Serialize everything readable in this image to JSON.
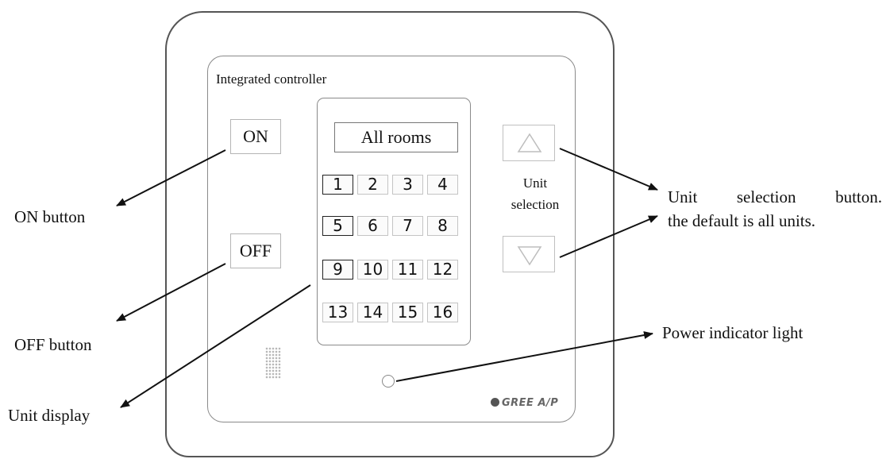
{
  "controller": {
    "title": "Integrated controller",
    "all_rooms": "All rooms",
    "on_button": "ON",
    "off_button": "OFF",
    "unit_selection_label_line1": "Unit",
    "unit_selection_label_line2": "selection",
    "unit_keys": [
      [
        "1",
        "2",
        "3",
        "4"
      ],
      [
        "5",
        "6",
        "7",
        "8"
      ],
      [
        "9",
        "10",
        "11",
        "12"
      ],
      [
        "13",
        "14",
        "15",
        "16"
      ]
    ],
    "brand": "GREE A/P"
  },
  "callouts": {
    "on_button": "ON button",
    "off_button": "OFF button",
    "unit_display": "Unit display",
    "unit_selection_line1": "Unit selection button.",
    "unit_selection_line2": "the default is all units.",
    "power_indicator": "Power indicator light"
  },
  "colors": {
    "outline": "#555555",
    "panel_outline": "#8a8a8a",
    "text": "#111111",
    "leader_arrow": "#111111"
  },
  "icons": {
    "up": "triangle-up-icon",
    "down": "triangle-down-icon"
  }
}
